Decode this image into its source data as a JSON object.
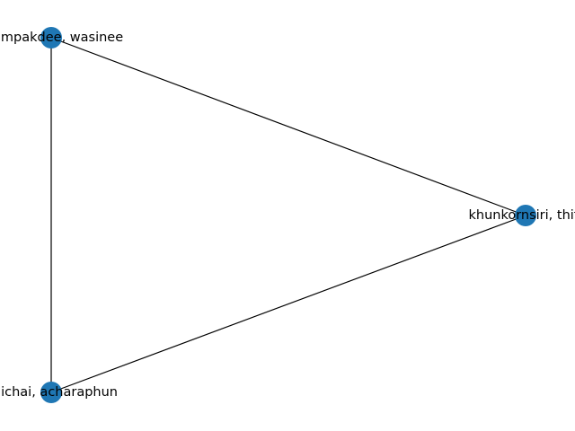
{
  "graph": {
    "node_color": "#1f77b4",
    "edge_color": "#000000",
    "nodes": [
      {
        "id": "n1",
        "label": "thumpakdee, wasinee"
      },
      {
        "id": "n2",
        "label": "khunkornsiri, thiti"
      },
      {
        "id": "n3",
        "label": "anichai, acharaphun"
      }
    ],
    "edges": [
      {
        "source": "n1",
        "target": "n2"
      },
      {
        "source": "n1",
        "target": "n3"
      },
      {
        "source": "n3",
        "target": "n2"
      }
    ]
  }
}
